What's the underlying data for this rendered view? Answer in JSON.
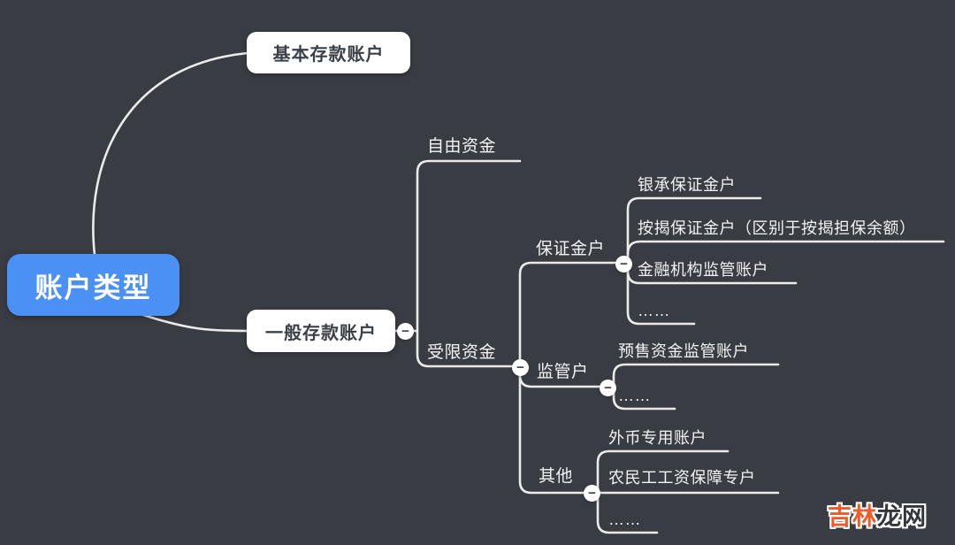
{
  "colors": {
    "background": "#393d43",
    "root_node_blue": "#4a90f5",
    "node_white": "#ffffff",
    "connector_line": "#ebebeb",
    "text_light": "#f2f3f4",
    "text_dark": "#3b4046",
    "watermark_orange": "#f05a28",
    "watermark_dark": "#33373c"
  },
  "icons": {
    "collapse": "−"
  },
  "mindmap": {
    "root": "账户类型",
    "basic_account": "基本存款账户",
    "general_account": "一般存款账户",
    "free_funds": "自由资金",
    "restricted_funds": "受限资金",
    "margin_account": "保证金户",
    "bank_acceptance_margin": "银承保证金户",
    "mortgage_margin": "按揭保证金户（区别于按揭担保余额）",
    "financial_institution_supervised": "金融机构监管账户",
    "margin_more": "……",
    "supervision_account": "监管户",
    "presale_funds_supervised": "预售资金监管账户",
    "supervision_more": "……",
    "others": "其他",
    "foreign_currency_special": "外币专用账户",
    "migrant_worker_wages": "农民工工资保障专户",
    "others_more": "……"
  },
  "watermark": {
    "left": "吉林",
    "right": "龙网"
  }
}
